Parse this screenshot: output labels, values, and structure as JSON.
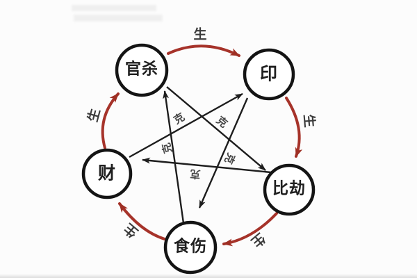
{
  "diagram": {
    "title_visible": "",
    "background_color": "#fcfcfc",
    "accent_red": "#a6332a",
    "line_black": "#1d1d1d",
    "nodes": [
      {
        "id": "guansha",
        "label": "官杀"
      },
      {
        "id": "yin",
        "label": "印"
      },
      {
        "id": "bijie",
        "label": "比劫"
      },
      {
        "id": "shishang",
        "label": "食伤"
      },
      {
        "id": "cai",
        "label": "财"
      }
    ],
    "sheng_cycle": {
      "char": "生",
      "color": "#a6332a",
      "style": "curved red arrows, outer ring",
      "relations": [
        {
          "from": "官杀",
          "to": "印"
        },
        {
          "from": "印",
          "to": "比劫"
        },
        {
          "from": "比劫",
          "to": "食伤"
        },
        {
          "from": "食伤",
          "to": "财"
        },
        {
          "from": "财",
          "to": "官杀"
        }
      ]
    },
    "ke_cycle": {
      "char": "克",
      "color": "#1d1d1d",
      "style": "straight black arrows forming inner pentagram",
      "relations": [
        {
          "from": "官杀",
          "to": "比劫"
        },
        {
          "from": "比劫",
          "to": "财"
        },
        {
          "from": "财",
          "to": "印"
        },
        {
          "from": "印",
          "to": "食伤"
        },
        {
          "from": "食伤",
          "to": "官杀"
        }
      ]
    },
    "watermark": {
      "legible": false,
      "text": ""
    }
  }
}
